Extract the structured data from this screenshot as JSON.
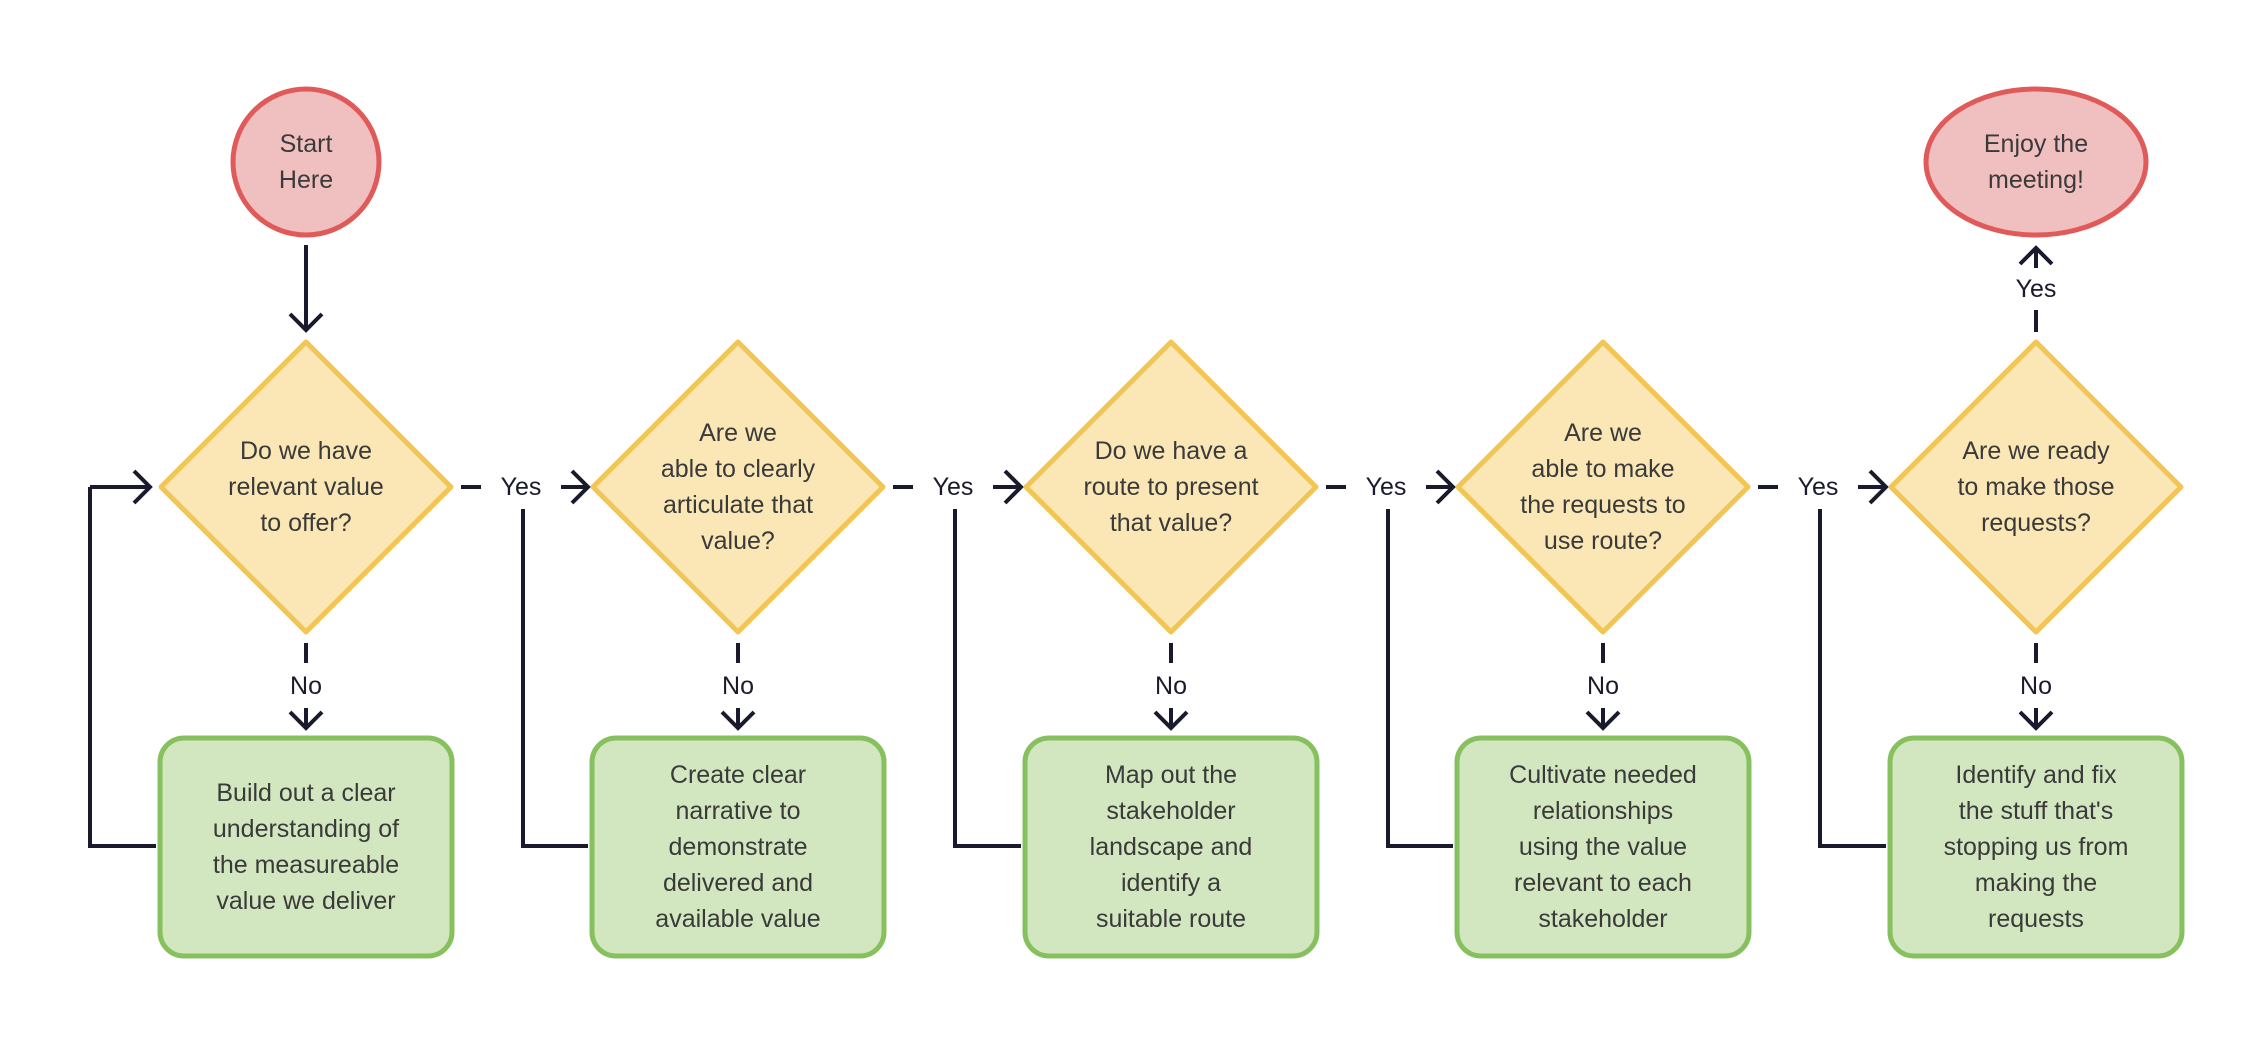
{
  "terminals": [
    {
      "id": "start",
      "lines": [
        "Start",
        "Here"
      ]
    },
    {
      "id": "end",
      "lines": [
        "Enjoy the",
        "meeting!"
      ]
    }
  ],
  "decisions": [
    {
      "lines": [
        "Do we have",
        "relevant value",
        "to offer?"
      ]
    },
    {
      "lines": [
        "Are we",
        "able to clearly",
        "articulate that",
        "value?"
      ]
    },
    {
      "lines": [
        "Do we have a",
        "route to present",
        "that value?"
      ]
    },
    {
      "lines": [
        "Are we",
        "able to make",
        "the requests to",
        "use route?"
      ]
    },
    {
      "lines": [
        "Are we ready",
        "to make those",
        "requests?"
      ]
    }
  ],
  "actions": [
    {
      "lines": [
        "Build out a clear",
        "understanding of",
        "the measureable",
        "value we deliver"
      ]
    },
    {
      "lines": [
        "Create clear",
        "narrative to",
        "demonstrate",
        "delivered and",
        "available value"
      ]
    },
    {
      "lines": [
        "Map out the",
        "stakeholder",
        "landscape and",
        "identify a",
        "suitable route"
      ]
    },
    {
      "lines": [
        "Cultivate needed",
        "relationships",
        "using the value",
        "relevant to each",
        "stakeholder"
      ]
    },
    {
      "lines": [
        "Identify and fix",
        "the stuff that's",
        "stopping us from",
        "making the",
        "requests"
      ]
    }
  ],
  "edge_labels": {
    "yes": "Yes",
    "no": "No"
  },
  "colors": {
    "terminal_fill": "#f0bfbf",
    "terminal_stroke": "#e05a5a",
    "decision_fill": "#fae7b5",
    "decision_stroke": "#f2c554",
    "action_fill": "#d2e6bf",
    "action_stroke": "#87c05e",
    "line": "#1a1a2e"
  }
}
